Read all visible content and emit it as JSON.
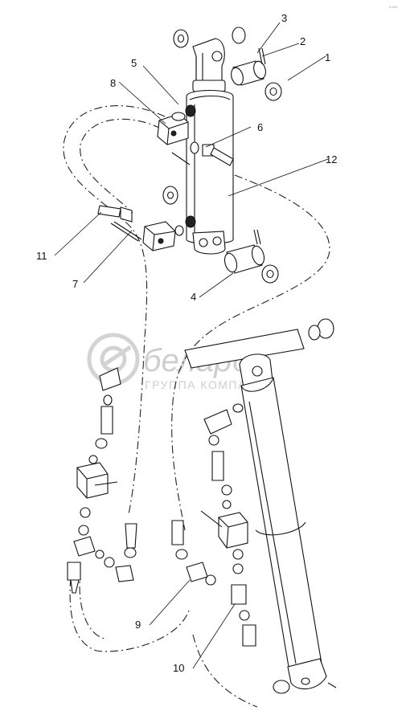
{
  "watermark": {
    "brand": "беларбо",
    "tagline": "ГРУППА КОМПАНИЙ"
  },
  "corner_note": "0.000",
  "callouts": [
    "1",
    "2",
    "3",
    "4",
    "5",
    "6",
    "7",
    "8",
    "9",
    "10",
    "11",
    "12"
  ]
}
